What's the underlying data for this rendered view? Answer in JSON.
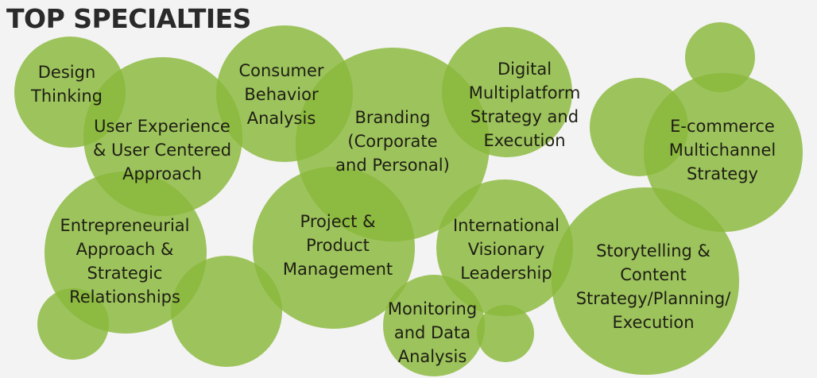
{
  "title": "TOP SPECIALTIES",
  "colors": {
    "bubble": "#8ab83a",
    "background": "#f3f3f3",
    "text": "#1e1e14"
  },
  "specialties": [
    {
      "key": "design-thinking",
      "label": "Design\nThinking"
    },
    {
      "key": "user-experience",
      "label": "User Experience\n& User Centered\nApproach"
    },
    {
      "key": "consumer-behavior",
      "label": "Consumer\nBehavior\nAnalysis"
    },
    {
      "key": "branding",
      "label": "Branding\n(Corporate\nand Personal)"
    },
    {
      "key": "digital-multiplatform",
      "label": "Digital\nMultiplatform\nStrategy and\nExecution"
    },
    {
      "key": "ecommerce",
      "label": "E-commerce\nMultichannel\nStrategy"
    },
    {
      "key": "entrepreneurial",
      "label": "Entrepreneurial\nApproach &\nStrategic\nRelationships"
    },
    {
      "key": "project-product",
      "label": "Project &\nProduct\nManagement"
    },
    {
      "key": "international",
      "label": "International\nVisionary\nLeadership"
    },
    {
      "key": "monitoring",
      "label": "Monitoring\nand Data\nAnalysis"
    },
    {
      "key": "storytelling",
      "label": "Storytelling &\nContent\nStrategy/Planning/\nExecution"
    }
  ]
}
